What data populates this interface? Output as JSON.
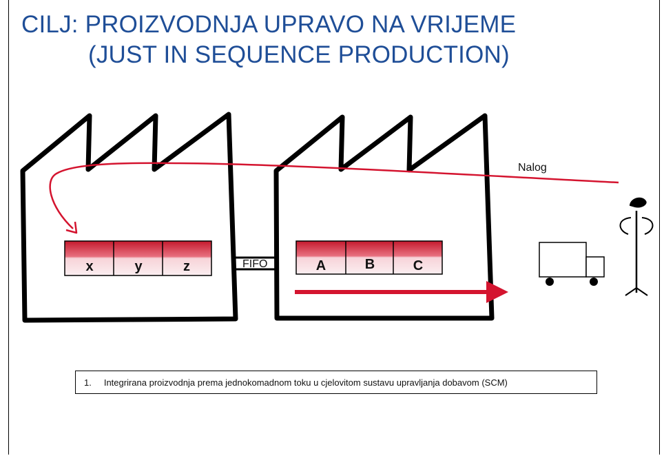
{
  "title": {
    "line1": "CILJ: PROIZVODNJA UPRAVO NA VRIJEME",
    "line2": "(JUST IN SEQUENCE PRODUCTION)"
  },
  "diagram": {
    "factory_left_cells": [
      "x",
      "y",
      "z"
    ],
    "factory_right_cells": [
      "A",
      "B",
      "C"
    ],
    "fifo_label": "FIFO",
    "order_label": "Nalog"
  },
  "caption": {
    "number": "1.",
    "text": "Integrirana proizvodnja prema jednokomadnom toku u cjelovitom sustavu upravljanja dobavom (SCM)"
  },
  "colors": {
    "title": "#1f4e97",
    "flow_red": "#d4142f",
    "cell_gradient_top": "#c41a2e",
    "cell_gradient_bottom": "#f4d6da"
  }
}
